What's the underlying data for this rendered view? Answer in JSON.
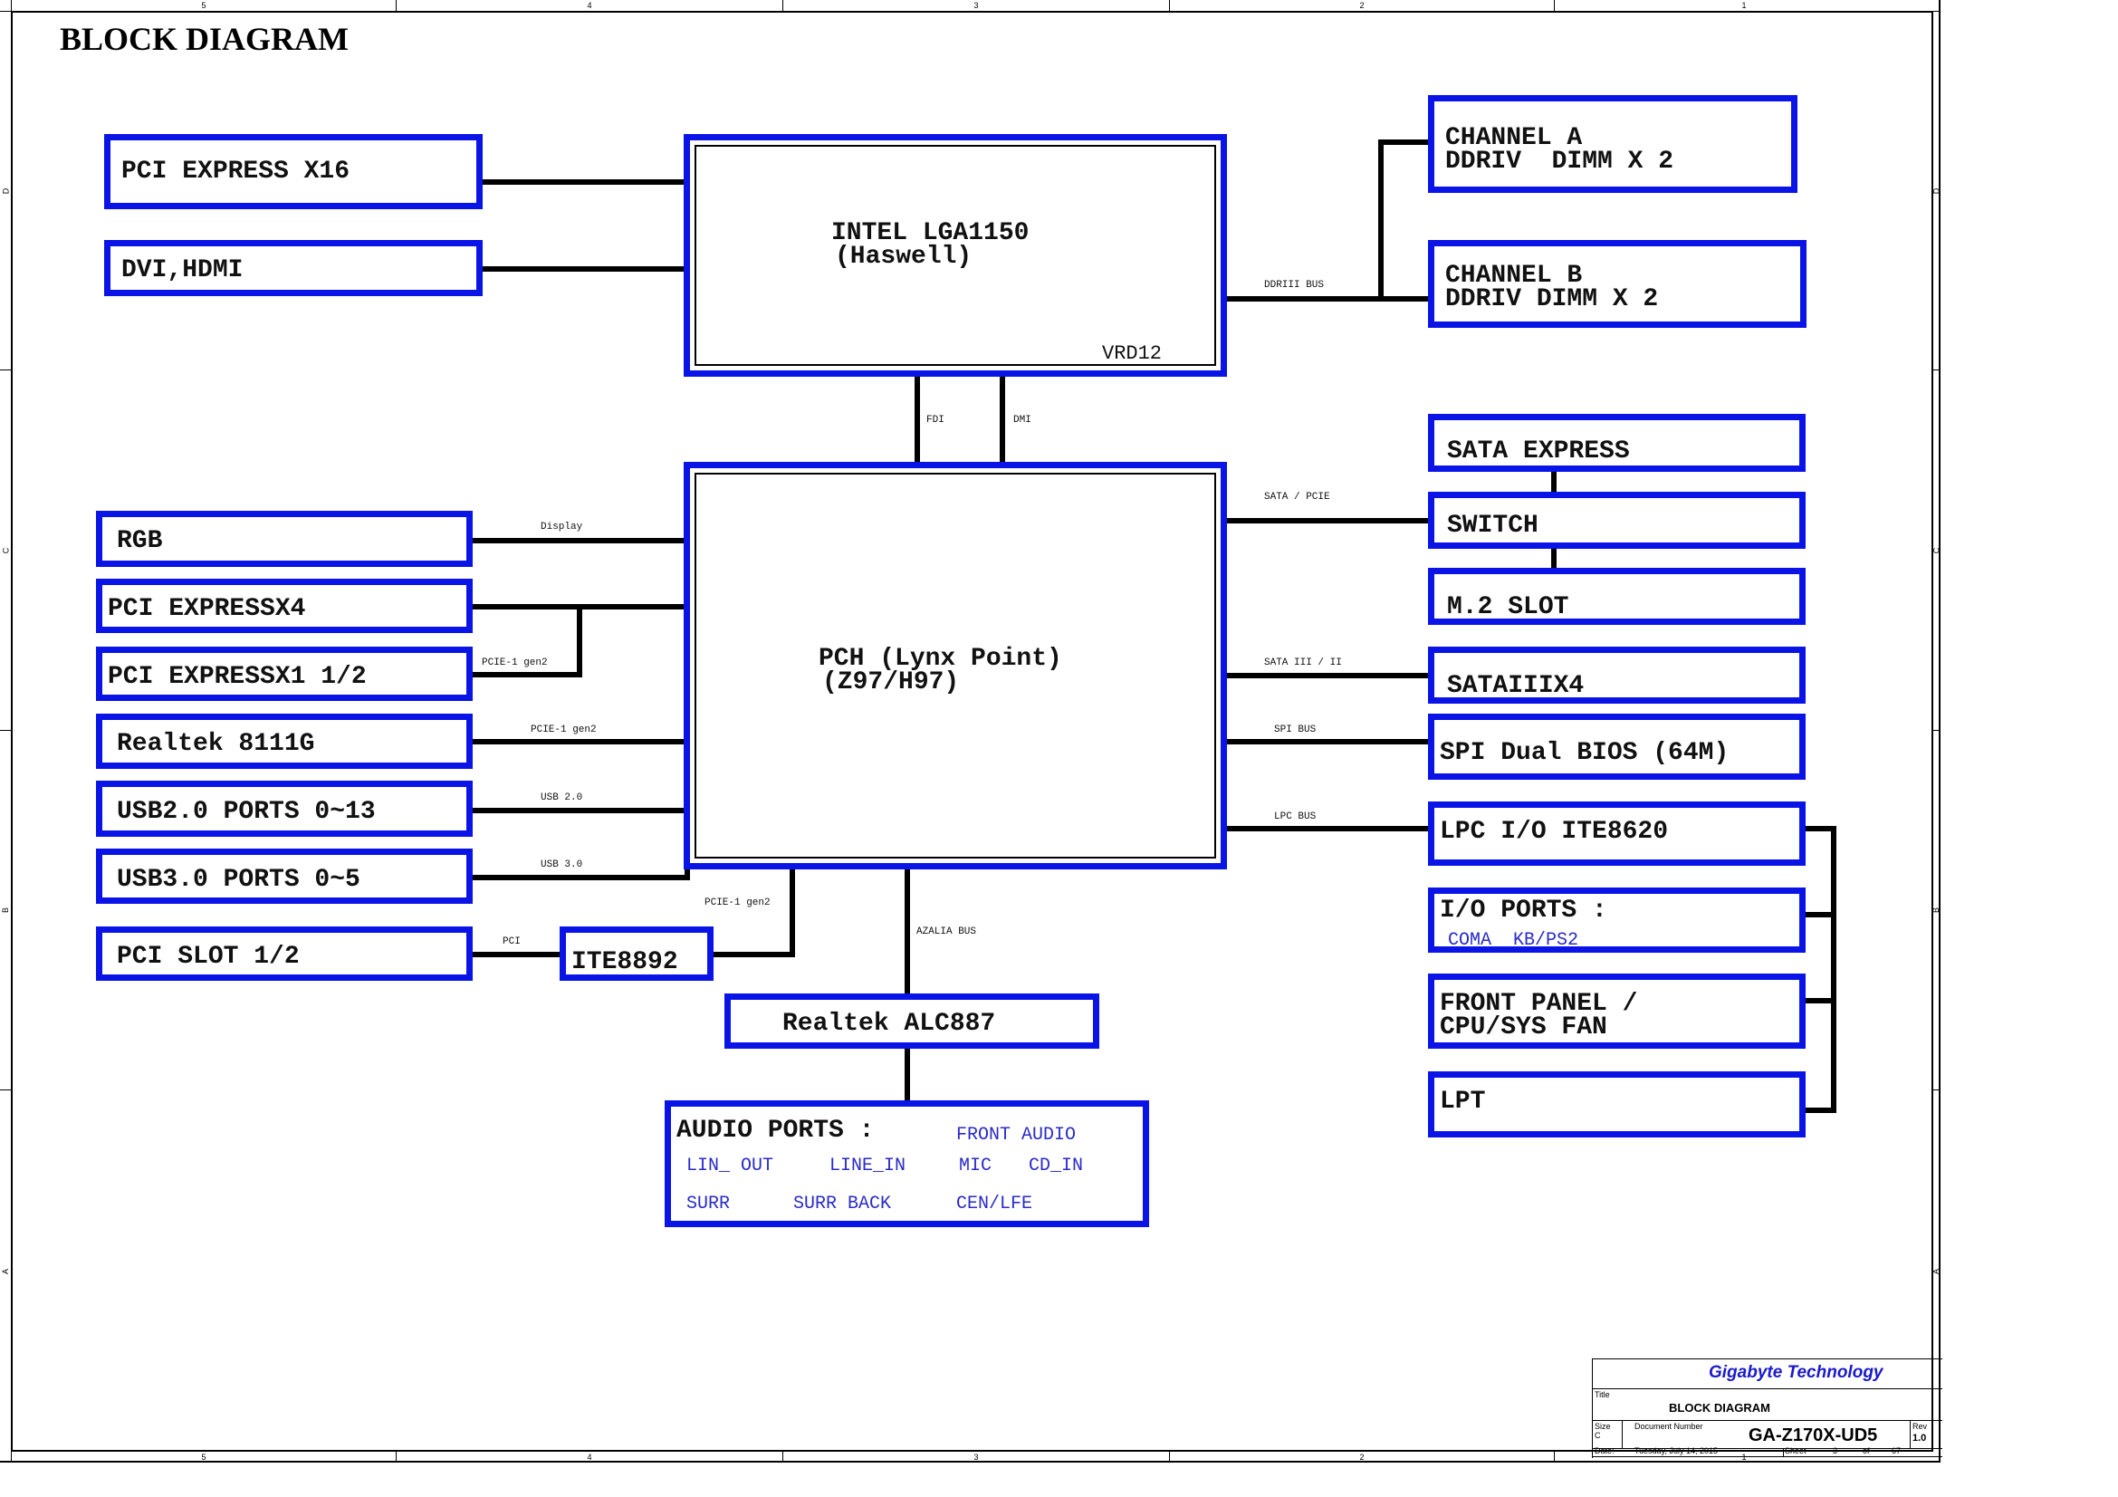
{
  "page_title": "BLOCK DIAGRAM",
  "frame": {
    "columns": [
      "5",
      "4",
      "3",
      "2",
      "1"
    ],
    "rows": [
      "D",
      "C",
      "B",
      "A"
    ]
  },
  "cpu": {
    "line1": "INTEL LGA1150",
    "line2": "(Haswell)",
    "vr": "VRD12"
  },
  "pch": {
    "line1": "PCH (Lynx Point)",
    "line2": "(Z97/H97)"
  },
  "cpu_left": [
    {
      "label": "PCI EXPRESS X16"
    },
    {
      "label": "DVI,HDMI"
    }
  ],
  "memory": {
    "bus_label": "DDRIII BUS",
    "channel_a": {
      "line1": "CHANNEL A",
      "line2": "DDRIV  DIMM X 2"
    },
    "channel_b": {
      "line1": "CHANNEL B",
      "line2": "DDRIV DIMM X 2"
    }
  },
  "cpu_pch_links": {
    "fdi": "FDI",
    "dmi": "DMI"
  },
  "pch_left": [
    {
      "label": "RGB",
      "bus": "Display"
    },
    {
      "label": "PCI EXPRESSX4",
      "bus": ""
    },
    {
      "label": "PCI EXPRESSX1 1/2",
      "bus": "PCIE-1 gen2"
    },
    {
      "label": "Realtek 8111G",
      "bus": "PCIE-1 gen2"
    },
    {
      "label": "USB2.0 PORTS 0~13",
      "bus": "USB 2.0"
    },
    {
      "label": "USB3.0 PORTS 0~5",
      "bus": "USB 3.0"
    },
    {
      "label": "PCI SLOT 1/2",
      "bus": "PCI"
    }
  ],
  "bridge": {
    "label": "ITE8892",
    "bus": "PCIE-1 gen2"
  },
  "audio": {
    "bus": "AZALIA BUS",
    "codec": "Realtek ALC887",
    "ports_title": "AUDIO PORTS :",
    "ports": [
      "FRONT AUDIO",
      "LIN_ OUT",
      "LINE_IN",
      "MIC",
      "CD_IN",
      "SURR",
      "SURR BACK",
      "CEN/LFE"
    ]
  },
  "pch_right": {
    "storage": [
      {
        "label": "SATA EXPRESS"
      },
      {
        "label": "SWITCH",
        "bus": "SATA / PCIE"
      },
      {
        "label": "M.2 SLOT"
      },
      {
        "label": "SATAIIIX4",
        "bus": "SATA III / II"
      },
      {
        "label": "SPI Dual BIOS (64M)",
        "bus": "SPI BUS"
      }
    ],
    "lpc": {
      "label": "LPC I/O ITE8620",
      "bus": "LPC BUS",
      "children": [
        {
          "label": "I/O PORTS :",
          "sub": "COMA  KB/PS2"
        },
        {
          "label": "FRONT PANEL /\nCPU/SYS FAN"
        },
        {
          "label": "LPT"
        }
      ]
    }
  },
  "title_block": {
    "company": "Gigabyte Technology",
    "title_caption": "Title",
    "title": "BLOCK DIAGRAM",
    "size_caption": "Size",
    "size": "C",
    "docnum_caption": "Document Number",
    "docnum": "GA-Z170X-UD5",
    "rev_caption": "Rev",
    "rev": "1.0",
    "date_caption": "Date:",
    "date": "Tuesday, July 14, 2015",
    "sheet_caption": "Sheet",
    "sheet": "3",
    "of_caption": "of",
    "sheet_total": "67"
  },
  "colors": {
    "box_border": "#0a14e6",
    "wire": "#000000",
    "sub_text": "#2a2ac8",
    "company": "#1a1acc"
  }
}
